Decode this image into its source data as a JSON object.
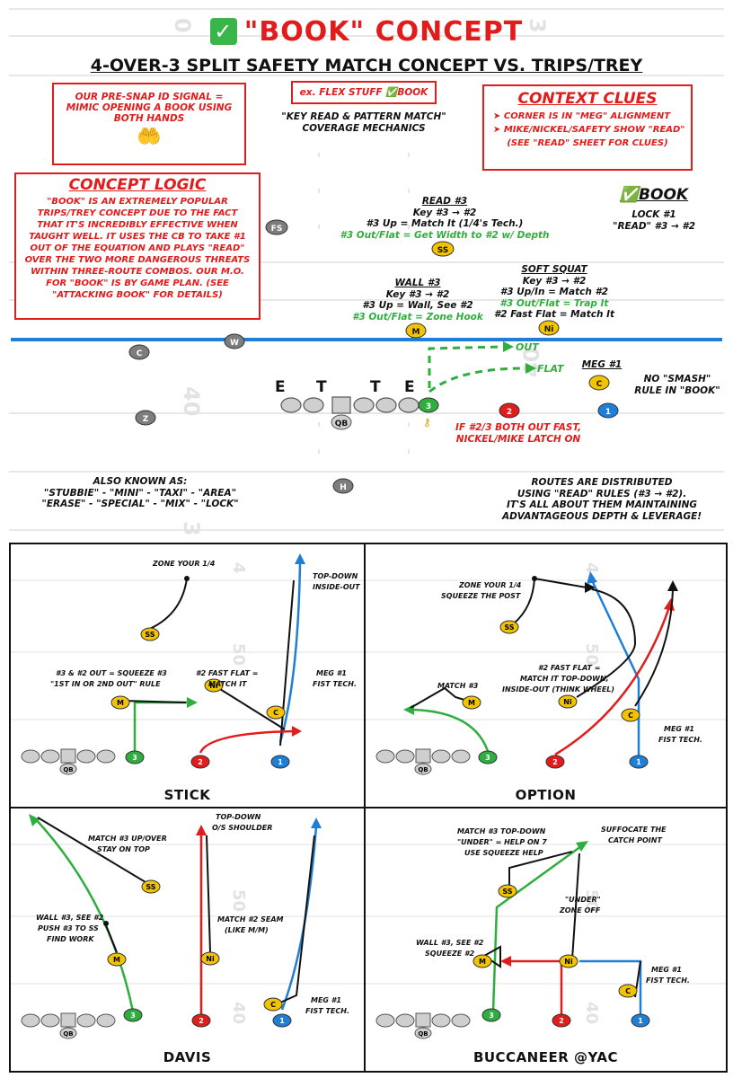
{
  "header": {
    "check_icon": "✓",
    "title": "\"BOOK\" CONCEPT",
    "subtitle": "4-OVER-3 SPLIT SAFETY MATCH CONCEPT VS. TRIPS/TREY"
  },
  "signal_box": {
    "text": "OUR PRE-SNAP ID SIGNAL = MIMIC OPENING A BOOK USING BOTH HANDS",
    "icon": "open-hands"
  },
  "example_box": {
    "text": "ex. FLEX STUFF ✅BOOK"
  },
  "mechanics": {
    "text": "\"KEY READ & PATTERN MATCH\" COVERAGE MECHANICS"
  },
  "context_clues": {
    "title": "CONTEXT CLUES",
    "items": [
      "➤ CORNER IS IN \"MEG\" ALIGNMENT",
      "➤ MIKE/NICKEL/SAFETY SHOW \"READ\"",
      "(SEE \"READ\" SHEET FOR CLUES)"
    ]
  },
  "concept_logic": {
    "title": "CONCEPT LOGIC",
    "text": "\"BOOK\" IS AN EXTREMELY POPULAR TRIPS/TREY CONCEPT DUE TO THE FACT THAT IT'S INCREDIBLY EFFECTIVE WHEN TAUGHT WELL. IT USES THE CB TO TAKE #1 OUT OF THE EQUATION AND PLAYS \"READ\" OVER THE TWO MORE DANGEROUS THREATS WITHIN THREE-ROUTE COMBOS. OUR M.O. FOR \"BOOK\" IS BY GAME PLAN. (SEE \"ATTACKING BOOK\" FOR DETAILS)"
  },
  "read3": {
    "title": "READ #3",
    "l1": "Key #3 → #2",
    "l2": "#3 Up = Match It (1/4's Tech.)",
    "l3": "#3 Out/Flat = Get Width to #2 w/ Depth"
  },
  "book_call": {
    "title": "✅BOOK",
    "l1": "LOCK #1",
    "l2": "\"READ\" #3 → #2"
  },
  "wall3": {
    "title": "WALL #3",
    "l1": "Key #3 → #2",
    "l2": "#3 Up = Wall, See #2",
    "l3": "#3 Out/Flat = Zone Hook"
  },
  "soft_squat": {
    "title": "SOFT SQUAT",
    "l1": "Key #3 → #2",
    "l2": "#3 Up/In = Match #2",
    "l3": "#3 Out/Flat = Trap It",
    "l4": "#2 Fast Flat = Match It"
  },
  "meg1": {
    "title": "MEG #1"
  },
  "no_smash": {
    "text": "NO \"SMASH\" RULE IN \"BOOK\""
  },
  "latch": {
    "text": "IF #2/3 BOTH OUT FAST, NICKEL/MIKE LATCH ON"
  },
  "route_labels": {
    "out": "OUT",
    "flat": "FLAT"
  },
  "line_letters": [
    "E",
    "T",
    "T",
    "E"
  ],
  "players": {
    "fs": "FS",
    "ss": "SS",
    "m": "M",
    "ni": "Ni",
    "c": "C",
    "w": "W",
    "z": "Z",
    "h": "H",
    "qb": "QB",
    "r1": "1",
    "r2": "2",
    "r3": "3"
  },
  "aka": {
    "title": "ALSO KNOWN AS:",
    "l1": "\"STUBBIE\" - \"MINI\" - \"TAXI\" - \"AREA\"",
    "l2": "\"ERASE\" - \"SPECIAL\" - \"MIX\" - \"LOCK\""
  },
  "distribution": {
    "l1": "ROUTES ARE DISTRIBUTED",
    "l2": "USING \"READ\" RULES (#3 → #2).",
    "l3": "IT'S ALL ABOUT THEM MAINTAINING",
    "l4": "ADVANTAGEOUS DEPTH & LEVERAGE!"
  },
  "field_numbers": {
    "n0": "0",
    "n3": "3",
    "n40": "40",
    "n50": "50",
    "n4": "4"
  },
  "panels": {
    "stick": {
      "name": "STICK",
      "zone": "ZONE YOUR 1/4",
      "topdown": "TOP-DOWN",
      "insideout": "INSIDE-OUT",
      "squeeze1": "#3 & #2 OUT = SQUEEZE #3",
      "squeeze2": "\"1ST IN OR 2ND OUT\" RULE",
      "fast1": "#2 FAST FLAT =",
      "fast2": "MATCH IT",
      "meg1": "MEG #1",
      "meg2": "FIST TECH."
    },
    "option": {
      "name": "OPTION",
      "zone1": "ZONE YOUR 1/4",
      "zone2": "SQUEEZE THE POST",
      "match3": "MATCH #3",
      "fast1": "#2 FAST FLAT =",
      "fast2": "MATCH IT TOP-DOWN,",
      "fast3": "INSIDE-OUT (THINK WHEEL)",
      "meg1": "MEG #1",
      "meg2": "FIST TECH."
    },
    "davis": {
      "name": "DAVIS",
      "td1": "TOP-DOWN",
      "td2": "O/S SHOULDER",
      "m1": "MATCH #3 UP/OVER",
      "m2": "STAY ON TOP",
      "w1": "WALL #3, SEE #2",
      "w2": "PUSH #3 TO SS",
      "w3": "FIND WORK",
      "seam1": "MATCH #2 SEAM",
      "seam2": "(LIKE M/M)",
      "meg1": "MEG #1",
      "meg2": "FIST TECH."
    },
    "buc": {
      "name": "BUCCANEER @YAC",
      "m1": "MATCH #3 TOP-DOWN",
      "m2": "\"UNDER\" = HELP ON 7",
      "m3": "USE SQUEEZE HELP",
      "s1": "SUFFOCATE THE",
      "s2": "CATCH POINT",
      "u1": "\"UNDER\"",
      "u2": "ZONE OFF",
      "w1": "WALL #3, SEE #2",
      "w2": "SQUEEZE #2",
      "meg1": "MEG #1",
      "meg2": "FIST TECH."
    }
  },
  "colors": {
    "red": "#e21b1b",
    "green": "#2fae3f",
    "blue": "#1f7fd6",
    "yellow": "#f2c400",
    "gray": "#9a9a9a",
    "black": "#111111"
  }
}
